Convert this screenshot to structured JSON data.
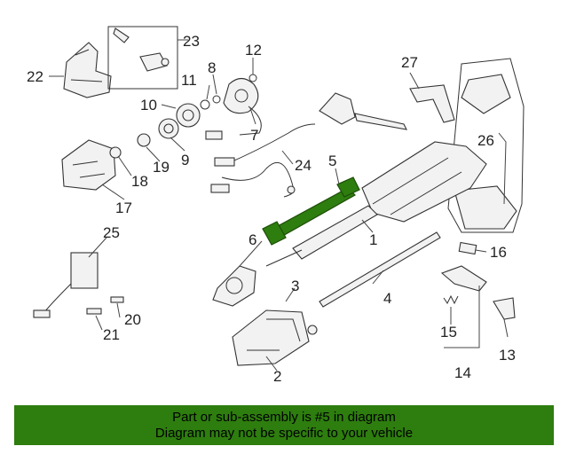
{
  "diagram": {
    "callouts": [
      "1",
      "2",
      "3",
      "4",
      "5",
      "6",
      "7",
      "8",
      "9",
      "10",
      "11",
      "12",
      "13",
      "14",
      "15",
      "16",
      "17",
      "18",
      "19",
      "20",
      "21",
      "22",
      "23",
      "24",
      "25",
      "26",
      "27"
    ],
    "highlight_color": "#2e7d0f"
  },
  "banner": {
    "line1": "Part or sub-assembly is #5 in diagram",
    "line2": "Diagram may not be specific to your vehicle",
    "background": "#2e7d0f"
  }
}
